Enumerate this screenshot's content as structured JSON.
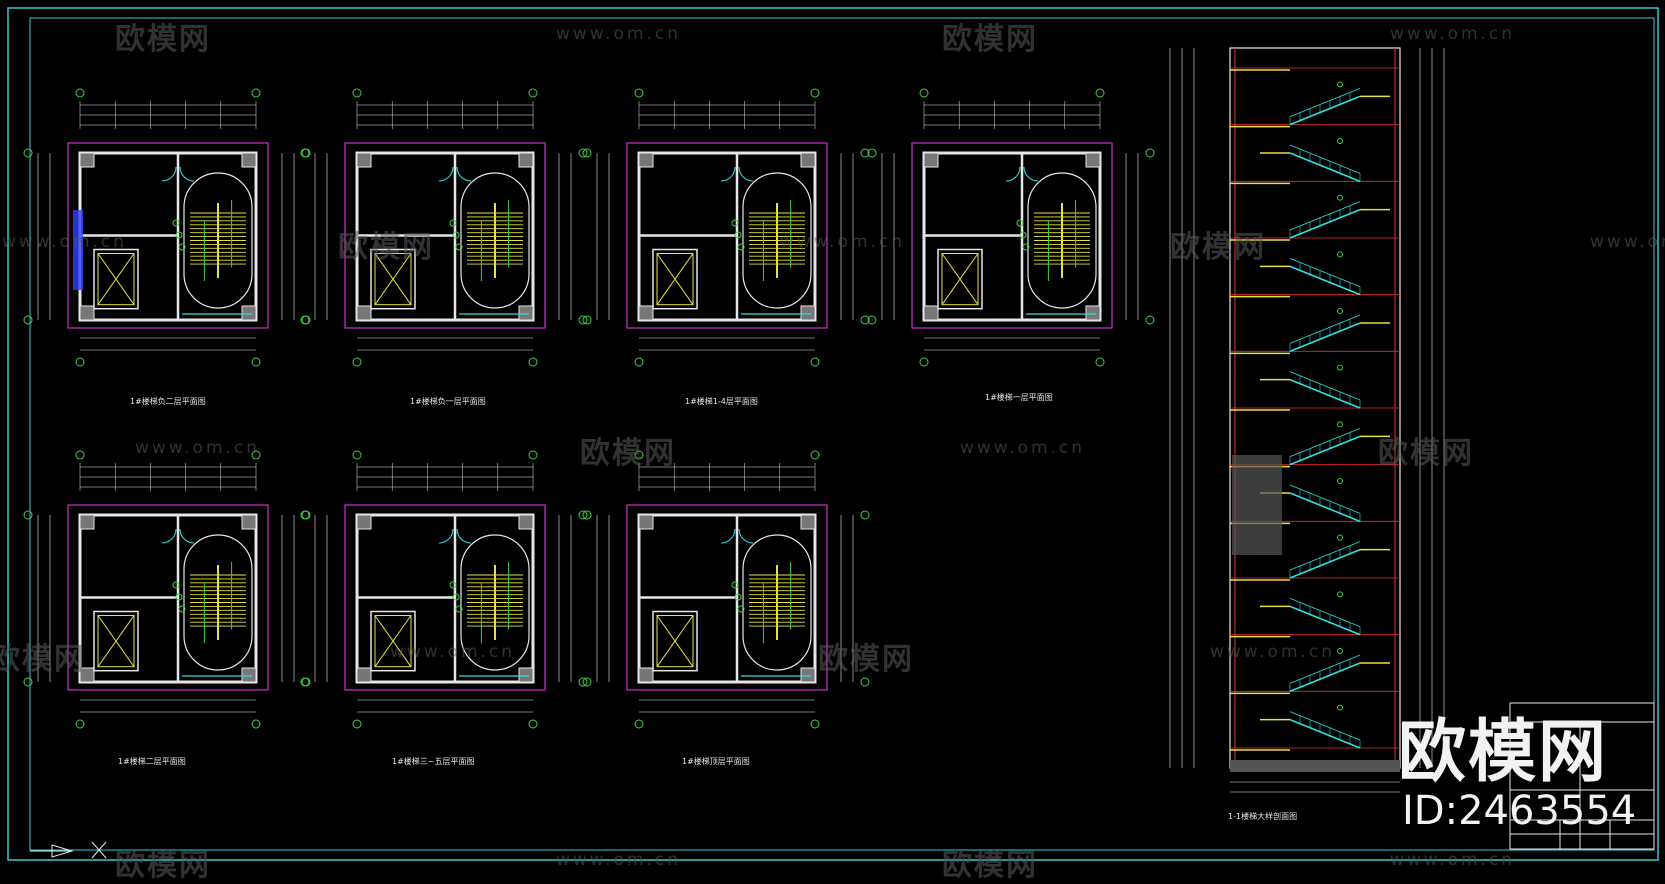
{
  "watermark": {
    "brand": "欧模网",
    "url": "www.om.cn"
  },
  "brand_overlay": {
    "title": "欧模网",
    "id": "ID:2463554"
  },
  "plans": [
    {
      "key": "plan1",
      "caption": "1#楼梯负二层平面图"
    },
    {
      "key": "plan2",
      "caption": "1#楼梯负一层平面图"
    },
    {
      "key": "plan3",
      "caption": "1#楼梯1-4层平面图"
    },
    {
      "key": "plan4",
      "caption": "1#楼梯一层平面图"
    },
    {
      "key": "plan5",
      "caption": "1#楼梯二层平面图"
    },
    {
      "key": "plan6",
      "caption": "1#楼梯三~五层平面图"
    },
    {
      "key": "plan7",
      "caption": "1#楼梯顶层平面图"
    }
  ],
  "section": {
    "caption": "1-1楼梯大样剖面图"
  },
  "colors": {
    "frame": "#35c9d6",
    "magenta": "#d030d0",
    "white": "#e6e6e6",
    "yellow": "#e6e040",
    "green": "#3ed23e",
    "cyan": "#2fe0e0",
    "red": "#e03030",
    "blue": "#3040ff"
  }
}
